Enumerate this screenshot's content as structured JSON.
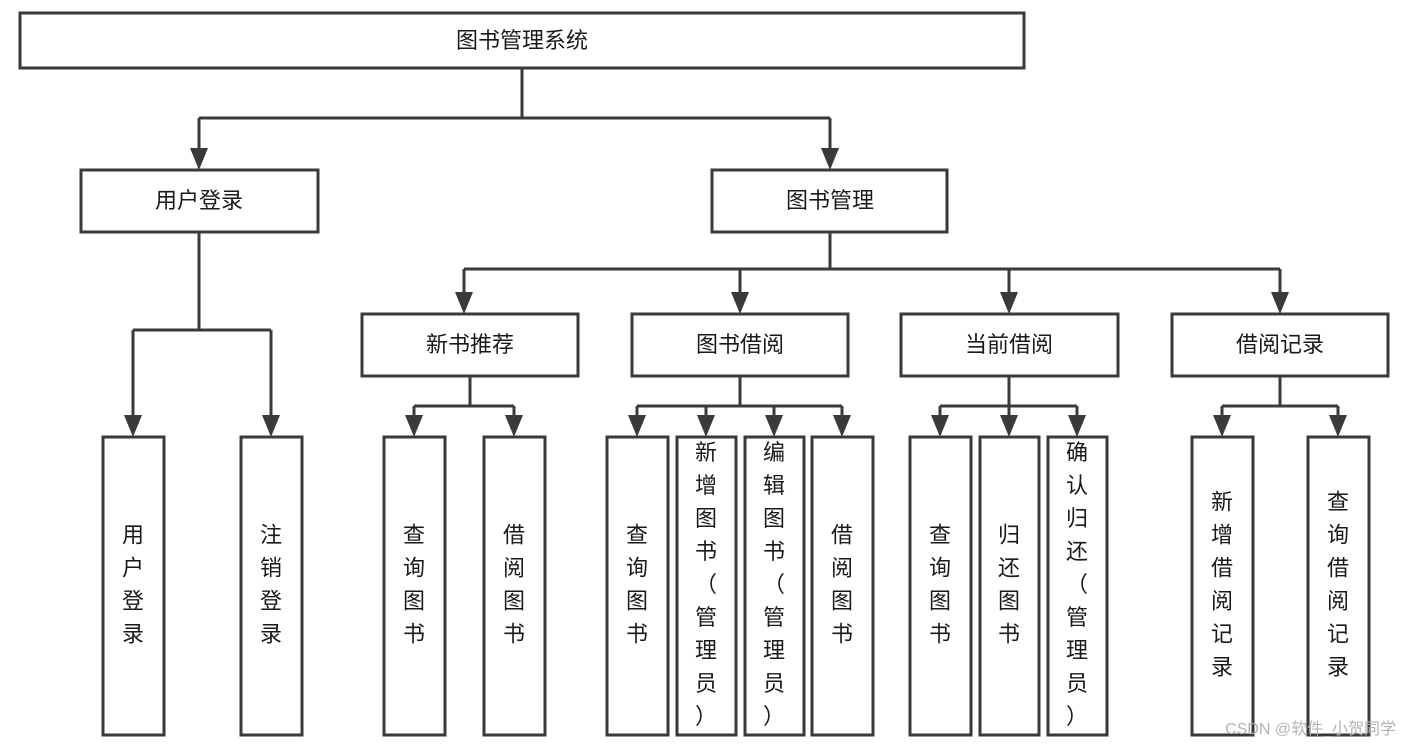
{
  "diagram": {
    "type": "tree-hierarchy",
    "title": "图书管理系统",
    "orientation": "top-down",
    "colors": {
      "box_fill": "#ffffff",
      "box_stroke": "#3a3a3a",
      "connector": "#3a3a3a",
      "text": "#1a1a1a",
      "watermark": "#b4b4b4",
      "background": "#ffffff"
    },
    "root": {
      "label": "图书管理系统",
      "text_orientation": "horizontal"
    },
    "level2": [
      {
        "label": "用户登录",
        "text_orientation": "horizontal"
      },
      {
        "label": "图书管理",
        "text_orientation": "horizontal"
      }
    ],
    "level3": [
      {
        "label": "新书推荐",
        "text_orientation": "horizontal",
        "parent": "图书管理"
      },
      {
        "label": "图书借阅",
        "text_orientation": "horizontal",
        "parent": "图书管理"
      },
      {
        "label": "当前借阅",
        "text_orientation": "horizontal",
        "parent": "图书管理"
      },
      {
        "label": "借阅记录",
        "text_orientation": "horizontal",
        "parent": "图书管理"
      }
    ],
    "leaves": [
      {
        "label": "用户登录",
        "parent": "用户登录",
        "text_orientation": "vertical"
      },
      {
        "label": "注销登录",
        "parent": "用户登录",
        "text_orientation": "vertical"
      },
      {
        "label": "查询图书",
        "parent": "新书推荐",
        "text_orientation": "vertical"
      },
      {
        "label": "借阅图书",
        "parent": "新书推荐",
        "text_orientation": "vertical"
      },
      {
        "label": "查询图书",
        "parent": "图书借阅",
        "text_orientation": "vertical"
      },
      {
        "label": "新增图书（管理员）",
        "parent": "图书借阅",
        "text_orientation": "vertical"
      },
      {
        "label": "编辑图书（管理员）",
        "parent": "图书借阅",
        "text_orientation": "vertical"
      },
      {
        "label": "借阅图书",
        "parent": "图书借阅",
        "text_orientation": "vertical"
      },
      {
        "label": "查询图书",
        "parent": "当前借阅",
        "text_orientation": "vertical"
      },
      {
        "label": "归还图书",
        "parent": "当前借阅",
        "text_orientation": "vertical"
      },
      {
        "label": "确认归还（管理员）",
        "parent": "当前借阅",
        "text_orientation": "vertical"
      },
      {
        "label": "新增借阅记录",
        "parent": "借阅记录",
        "text_orientation": "vertical"
      },
      {
        "label": "查询借阅记录",
        "parent": "借阅记录",
        "text_orientation": "vertical"
      }
    ],
    "watermark": "CSDN @软件_小贺同学"
  }
}
